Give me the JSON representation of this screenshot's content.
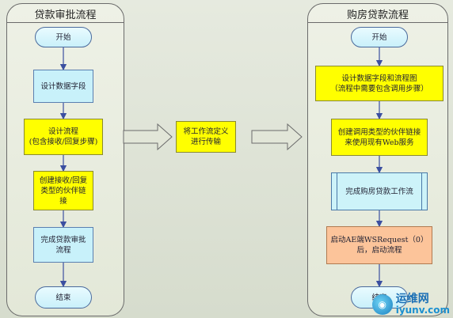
{
  "left_lane": {
    "title": "贷款审批流程",
    "nodes": [
      {
        "id": "start",
        "text": "开始"
      },
      {
        "id": "design_fields",
        "text": "设计数据字段"
      },
      {
        "id": "design_flow",
        "text": "设计流程\n(包含接收/回复步骤)"
      },
      {
        "id": "create_links",
        "text": "创建接收/回复\n类型的伙伴链\n接"
      },
      {
        "id": "complete_flow",
        "text": "完成贷款审批\n流程"
      },
      {
        "id": "end",
        "text": "结束"
      }
    ]
  },
  "middle": {
    "text": "将工作流定义\n进行传输"
  },
  "right_lane": {
    "title": "购房贷款流程",
    "nodes": [
      {
        "id": "start",
        "text": "开始"
      },
      {
        "id": "design_fields_flow",
        "text": "设计数据字段和流程图\n（流程中需要包含调用步骤）"
      },
      {
        "id": "create_invoke_links",
        "text": "创建调用类型的伙伴链接\n来使用现有Web服务"
      },
      {
        "id": "complete_home_loan",
        "text": "完成购房贷款工作流"
      },
      {
        "id": "start_ae",
        "text": "启动AE端WSRequest（0）\n后，启动流程"
      },
      {
        "id": "end",
        "text": "结束"
      }
    ]
  },
  "watermark": {
    "name": "运维网",
    "url": "iyunv.com"
  },
  "colors": {
    "yellow": "#ffff00",
    "cyan": "#c8f1fa",
    "orange": "#fcc49a",
    "connector": "#3b4fa0",
    "lane_border": "#6b6b6b"
  }
}
